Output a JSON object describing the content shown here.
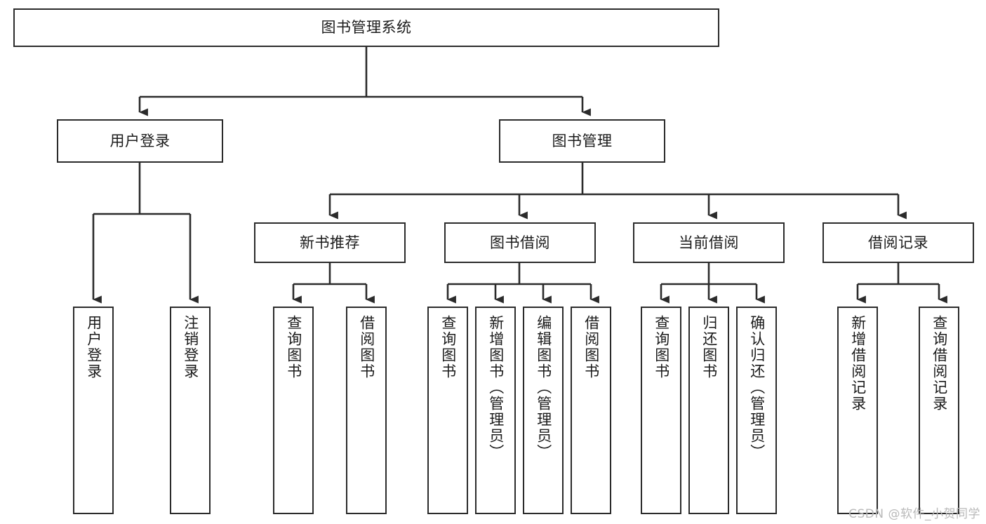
{
  "diagram": {
    "type": "tree-hierarchy",
    "title": "图书管理系统",
    "orientation": "top-down",
    "colors": {
      "box_border": "#2b2b2b",
      "box_fill": "#ffffff",
      "edge": "#2b2b2b",
      "text": "#1b1b1b",
      "watermark": "#b9b9b9",
      "background": "#ffffff"
    },
    "levels": {
      "root": {
        "label": "图书管理系统"
      },
      "level2": [
        {
          "id": "user-login",
          "label": "用户登录"
        },
        {
          "id": "book-manage",
          "label": "图书管理"
        }
      ],
      "level3": [
        {
          "id": "new-book-recommend",
          "label": "新书推荐",
          "parent": "book-manage"
        },
        {
          "id": "book-borrow",
          "label": "图书借阅",
          "parent": "book-manage"
        },
        {
          "id": "current-borrow",
          "label": "当前借阅",
          "parent": "book-manage"
        },
        {
          "id": "borrow-record",
          "label": "借阅记录",
          "parent": "book-manage"
        }
      ],
      "leaves": [
        {
          "id": "leaf-user-login",
          "label": "用户登录",
          "parent": "user-login"
        },
        {
          "id": "leaf-logout-login",
          "label": "注销登录",
          "parent": "user-login"
        },
        {
          "id": "leaf-query-book-1",
          "label": "查询图书",
          "parent": "new-book-recommend"
        },
        {
          "id": "leaf-borrow-book-1",
          "label": "借阅图书",
          "parent": "new-book-recommend"
        },
        {
          "id": "leaf-query-book-2",
          "label": "查询图书",
          "parent": "book-borrow"
        },
        {
          "id": "leaf-add-book",
          "label": "新增图书（管理员）",
          "parent": "book-borrow"
        },
        {
          "id": "leaf-edit-book",
          "label": "编辑图书（管理员）",
          "parent": "book-borrow"
        },
        {
          "id": "leaf-borrow-book-2",
          "label": "借阅图书",
          "parent": "book-borrow"
        },
        {
          "id": "leaf-query-book-3",
          "label": "查询图书",
          "parent": "current-borrow"
        },
        {
          "id": "leaf-return-book",
          "label": "归还图书",
          "parent": "current-borrow"
        },
        {
          "id": "leaf-confirm-return",
          "label": "确认归还（管理员）",
          "parent": "current-borrow"
        },
        {
          "id": "leaf-add-record",
          "label": "新增借阅记录",
          "parent": "borrow-record"
        },
        {
          "id": "leaf-query-record",
          "label": "查询借阅记录",
          "parent": "borrow-record"
        }
      ]
    }
  },
  "watermark": {
    "text": "CSDN @软件_小贺同学"
  }
}
